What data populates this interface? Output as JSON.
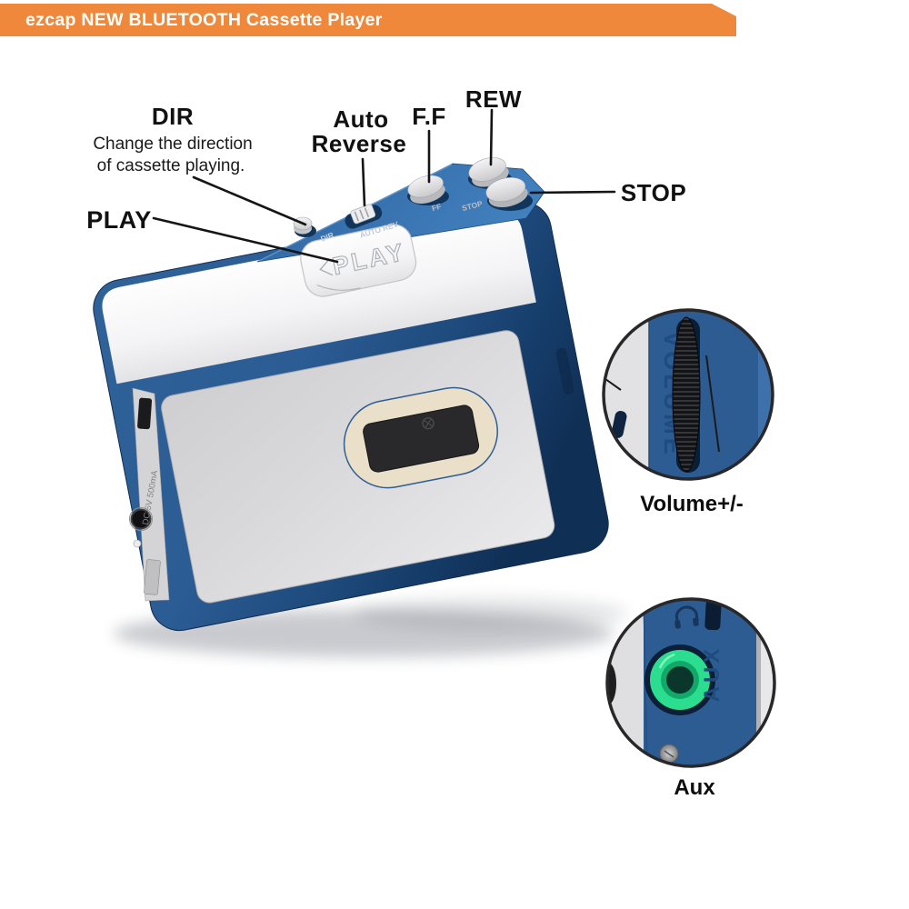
{
  "banner": {
    "title": "ezcap NEW BLUETOOTH Cassette Player",
    "bg_color": "#F0883B",
    "text_color": "#FFFFFF"
  },
  "callouts": {
    "dir": {
      "label": "DIR",
      "desc1": "Change the direction",
      "desc2": "of cassette playing."
    },
    "play": {
      "label": "PLAY"
    },
    "auto_reverse": {
      "line1": "Auto",
      "line2": "Reverse"
    },
    "ff": {
      "label": "F.F"
    },
    "rew": {
      "label": "REW"
    },
    "stop": {
      "label": "STOP"
    },
    "volume": {
      "caption": "Volume+/-"
    },
    "aux": {
      "caption": "Aux"
    }
  },
  "device": {
    "lever_emboss": "PLAY",
    "emboss_dir": "DIR",
    "emboss_auto_rev": "AUTO REV",
    "emboss_ff": "FF",
    "emboss_stop": "STOP",
    "side_port_label": "DC 5V 500mA"
  },
  "insets": {
    "volume_wheel_emboss": "VOLUME",
    "aux_port_emboss": "AUX"
  },
  "colors": {
    "orange": "#F0883B",
    "device_blue": "#2B5C94",
    "top_blue": "#3A76B8",
    "dark_bezel_blue": "#16395F",
    "panel_gray": "#D8D8DA",
    "window_cream": "#EADFC9",
    "aux_green": "#2BDE8F",
    "leader_line": "#151515"
  }
}
